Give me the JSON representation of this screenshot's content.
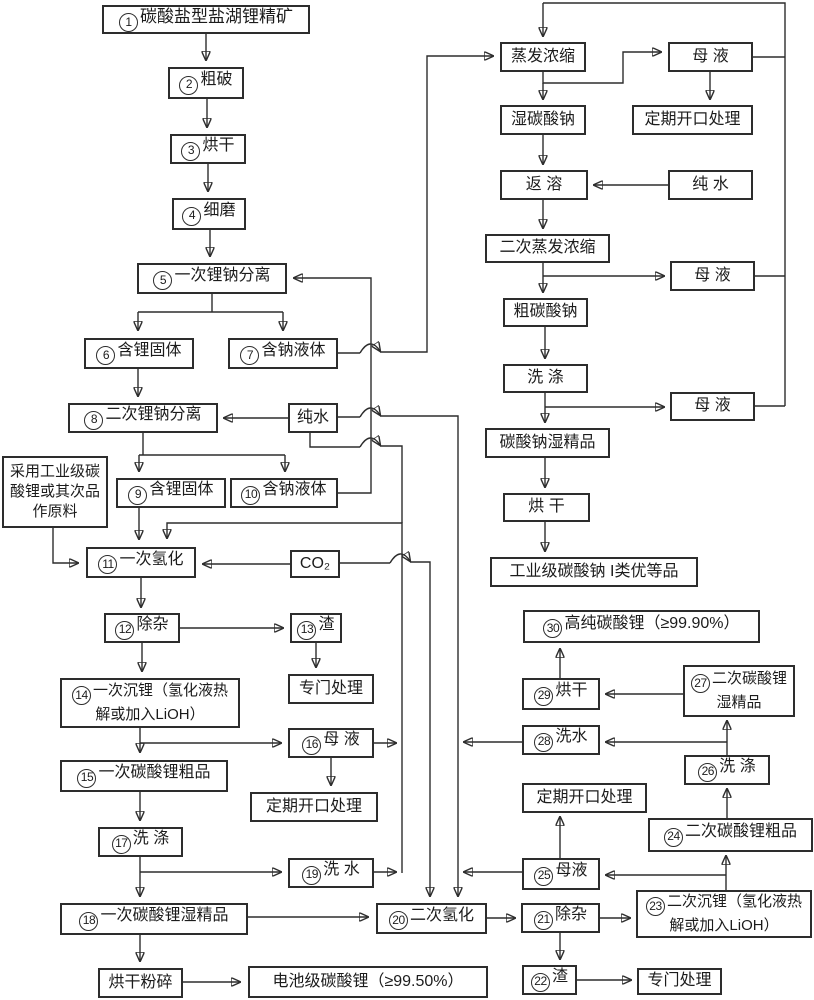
{
  "colors": {
    "line": "#2d2d2d",
    "box_border": "#2d2d2d",
    "background": "#ffffff"
  },
  "nodes": {
    "n1": {
      "num": "1",
      "label": "碳酸盐型盐湖锂精矿"
    },
    "n2": {
      "num": "2",
      "label": "粗破"
    },
    "n3": {
      "num": "3",
      "label": "烘干"
    },
    "n4": {
      "num": "4",
      "label": "细磨"
    },
    "n5": {
      "num": "5",
      "label": "一次锂钠分离"
    },
    "n6": {
      "num": "6",
      "label": "含锂固体"
    },
    "n7": {
      "num": "7",
      "label": "含钠液体"
    },
    "n8": {
      "num": "8",
      "label": "二次锂钠分离"
    },
    "pw1": {
      "label": "纯水"
    },
    "n9": {
      "num": "9",
      "label": "含锂固体"
    },
    "n10": {
      "num": "10",
      "label": "含钠液体"
    },
    "note": {
      "label": "采用工业级碳酸锂或其次品作原料"
    },
    "n11": {
      "num": "11",
      "label": "一次氢化"
    },
    "co2": {
      "label": "CO₂"
    },
    "n12": {
      "num": "12",
      "label": "除杂"
    },
    "n13": {
      "num": "13",
      "label": "渣"
    },
    "sp1": {
      "label": "专门处理"
    },
    "n14": {
      "num": "14",
      "label": "一次沉锂（氢化液热解或加入LiOH）"
    },
    "n16": {
      "num": "16",
      "label": "母 液"
    },
    "n15": {
      "num": "15",
      "label": "一次碳酸锂粗品"
    },
    "dq1": {
      "label": "定期开口处理"
    },
    "n17": {
      "num": "17",
      "label": "洗 涤"
    },
    "n19": {
      "num": "19",
      "label": "洗 水"
    },
    "n18": {
      "num": "18",
      "label": "一次碳酸锂湿精品"
    },
    "hg": {
      "label": "烘干粉碎"
    },
    "bat": {
      "label": "电池级碳酸锂（≥99.50%）"
    },
    "zf": {
      "label": "蒸发浓缩"
    },
    "my1": {
      "label": "母 液"
    },
    "dq2": {
      "label": "定期开口处理"
    },
    "st": {
      "label": "湿碳酸钠"
    },
    "fr": {
      "label": "返 溶"
    },
    "pw2": {
      "label": "纯 水"
    },
    "ec": {
      "label": "二次蒸发浓缩"
    },
    "my2": {
      "label": "母 液"
    },
    "cu": {
      "label": "粗碳酸钠"
    },
    "xd1": {
      "label": "洗 涤"
    },
    "my3": {
      "label": "母 液"
    },
    "sw": {
      "label": "碳酸钠湿精品"
    },
    "hk": {
      "label": "烘 干"
    },
    "ind": {
      "label": "工业级碳酸钠 I类优等品"
    },
    "n30": {
      "num": "30",
      "label": "高纯碳酸锂（≥99.90%）"
    },
    "n29": {
      "num": "29",
      "label": "烘干"
    },
    "n27": {
      "num": "27",
      "label": "二次碳酸锂湿精品"
    },
    "n28": {
      "num": "28",
      "label": "洗水"
    },
    "n26": {
      "num": "26",
      "label": "洗 涤"
    },
    "dq3": {
      "label": "定期开口处理"
    },
    "n24": {
      "num": "24",
      "label": "二次碳酸锂粗品"
    },
    "n25": {
      "num": "25",
      "label": "母液"
    },
    "n23": {
      "num": "23",
      "label": "二次沉锂（氢化液热解或加入LiOH）"
    },
    "n20": {
      "num": "20",
      "label": "二次氢化"
    },
    "n21": {
      "num": "21",
      "label": "除杂"
    },
    "n22": {
      "num": "22",
      "label": "渣"
    },
    "sp2": {
      "label": "专门处理"
    }
  },
  "edges": [
    "n1>n2",
    "n2>n3",
    "n3>n4",
    "n4>n5",
    "n5>n6",
    "n5>n7",
    "n6>n8",
    "pw1>n8",
    "n8>n9",
    "n8>n10",
    "n10>n5",
    "n7>zf",
    "n9>n11",
    "note>n11",
    "co2>n11",
    "pw1>n11",
    "n16>n11",
    "n19>n11",
    "n11>n12",
    "n12>n13",
    "n12>n14",
    "n13>sp1",
    "n14>n15",
    "n14>n16",
    "n16>dq1",
    "n15>n17",
    "n17>n18",
    "n17>n19",
    "n18>n20",
    "n18>hg",
    "hg>bat",
    "pw1>n20",
    "co2>n20",
    "n28>n20",
    "n25>n20",
    "n20>n21",
    "n21>n22",
    "n21>n23",
    "n22>sp2",
    "n23>n24",
    "n23>n25",
    "n25>dq3",
    "n24>n26",
    "n26>n27",
    "n26>n28",
    "n27>n29",
    "n29>n30",
    "my1>zf",
    "my2>zf",
    "my3>zf",
    "zf>my1",
    "zf>st",
    "st>fr",
    "pw2>fr",
    "fr>ec",
    "ec>cu",
    "ec>my2",
    "cu>xd1",
    "xd1>sw",
    "xd1>my3",
    "my1>dq2",
    "sw>hk",
    "hk>ind"
  ]
}
